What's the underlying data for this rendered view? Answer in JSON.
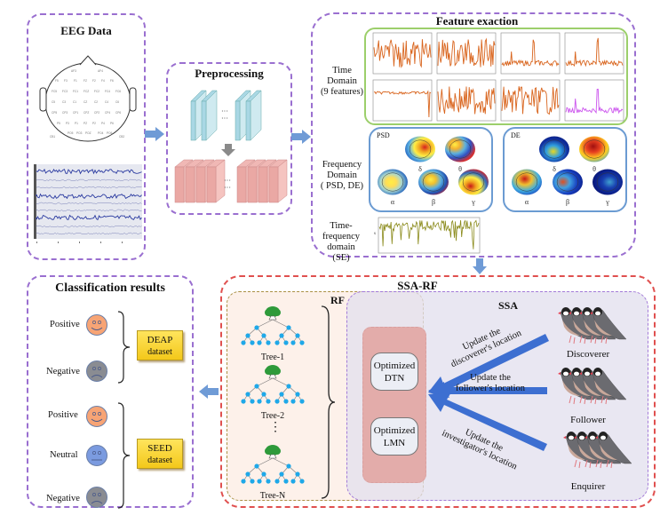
{
  "eeg": {
    "title": "EEG Data",
    "head_map_icon": "electrode-head-map",
    "signal_icon": "eeg-signal-traces"
  },
  "preprocessing": {
    "title": "Preprocessing",
    "ellipsis": "···"
  },
  "feature": {
    "title": "Feature exaction",
    "time_domain_label": [
      "Time",
      "Domain",
      "(9 features)"
    ],
    "frequency_domain_label": [
      "Frequency",
      "Domain",
      "( PSD, DE)"
    ],
    "time_frequency_label": [
      "Time-",
      "frequency",
      "domain",
      "(SE)"
    ],
    "psd_label": "PSD",
    "de_label": "DE",
    "bands": [
      "δ",
      "θ",
      "α",
      "β",
      "γ"
    ],
    "colors": {
      "time_series": "#d9651e",
      "time_series_highlight": "#cc55ee",
      "se_series": "#8a8a1a"
    }
  },
  "ssa_rf": {
    "title": "SSA-RF",
    "rf": {
      "title": "RF",
      "trees": [
        "Tree-1",
        "Tree-2",
        "Tree-N"
      ],
      "ellipsis": "⋮"
    },
    "optimized": [
      {
        "line1": "Optimized",
        "line2": "DTN"
      },
      {
        "line1": "Optimized",
        "line2": "LMN"
      }
    ],
    "ssa": {
      "title": "SSA",
      "roles": [
        "Discoverer",
        "Follower",
        "Enquirer"
      ],
      "updates": [
        {
          "line1": "Update the",
          "line2": "discoverer's location"
        },
        {
          "line1": "Update the",
          "line2": "follower's location"
        },
        {
          "line1": "Update the",
          "line2": "investigator's location"
        }
      ]
    }
  },
  "classification": {
    "title": "Classification results",
    "deap": {
      "dataset_line1": "DEAP",
      "dataset_line2": "dataset",
      "emotions": [
        "Positive",
        "Negative"
      ]
    },
    "seed": {
      "dataset_line1": "SEED",
      "dataset_line2": "dataset",
      "emotions": [
        "Positive",
        "Neutral",
        "Negative"
      ]
    }
  },
  "colors": {
    "flow_arrow": "#6f9bd6",
    "ssa_arrow": "#3d6fd1",
    "face_positive": "#f7a475",
    "face_neutral": "#7b9be0",
    "face_negative": "#8a8c92",
    "dataset_box": "#f6d12e"
  }
}
